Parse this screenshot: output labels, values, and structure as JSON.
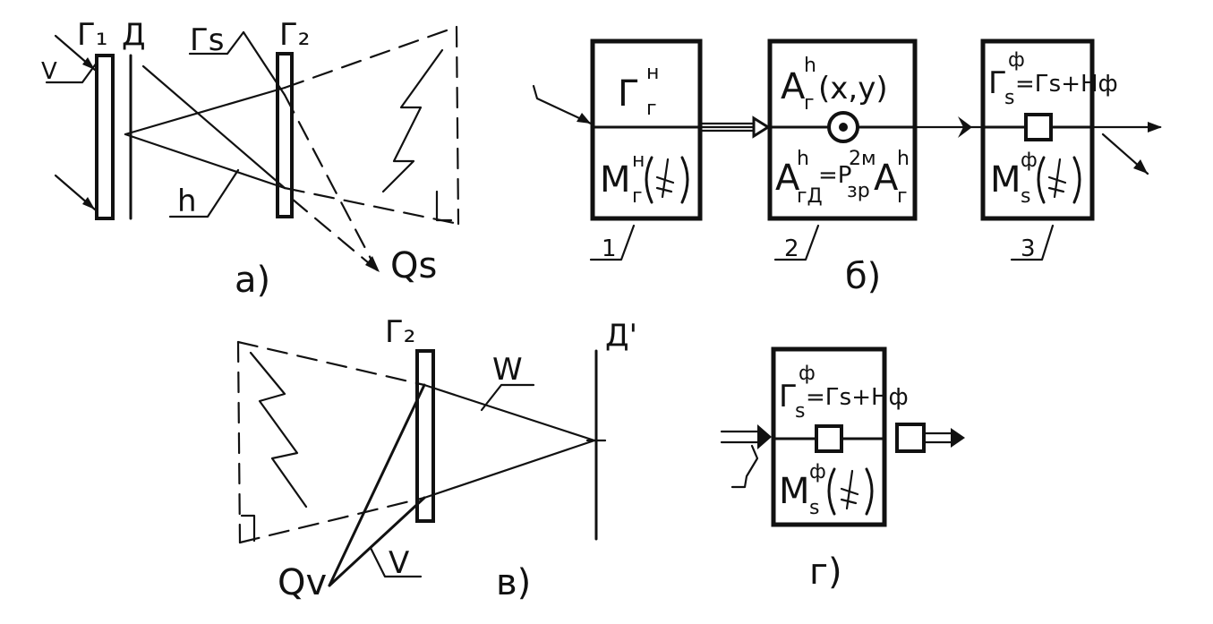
{
  "panel_a": {
    "caption": "а)",
    "labels": {
      "grating1": "Г₁",
      "detector": "Д",
      "wave_rs": "Гs",
      "grating2": "Г₂",
      "ray_v": "V",
      "ray_h": "h",
      "source_qs": "Qs"
    }
  },
  "panel_b": {
    "caption": "б)",
    "blocks": [
      {
        "number": "1",
        "top": "Г",
        "top_sup": "н",
        "top_sub": "г",
        "bottom": "M",
        "bottom_sup": "н",
        "bottom_sub": "г"
      },
      {
        "number": "2",
        "top": "A",
        "top_sup": "h",
        "top_sub": "г",
        "top_tail": "(x,y)",
        "bottom": "A",
        "bottom_sup": "h",
        "bottom_sub": "гД",
        "bottom_mid": "=P",
        "bottom_mid_sup": "2м",
        "bottom_mid_sub": "зр",
        "bottom_tail": "A",
        "bottom_tail_sup": "h",
        "bottom_tail_sub": "г"
      },
      {
        "number": "3",
        "top": "Г",
        "top_sup": "ф",
        "top_sub": "s",
        "top_tail": "=Гs+Hф",
        "bottom": "M",
        "bottom_sup": "ф",
        "bottom_sub": "s"
      }
    ]
  },
  "panel_v": {
    "caption": "в)",
    "labels": {
      "grating2": "Г₂",
      "detector_prime": "Д'",
      "wave_w": "W",
      "ray_v": "V",
      "source_qv": "Qv"
    }
  },
  "panel_g": {
    "caption": "г)",
    "block": {
      "top": "Г",
      "top_sup": "ф",
      "top_sub": "s",
      "top_tail": "=Гs+Hф",
      "bottom": "M",
      "bottom_sup": "ф",
      "bottom_sub": "s"
    }
  }
}
